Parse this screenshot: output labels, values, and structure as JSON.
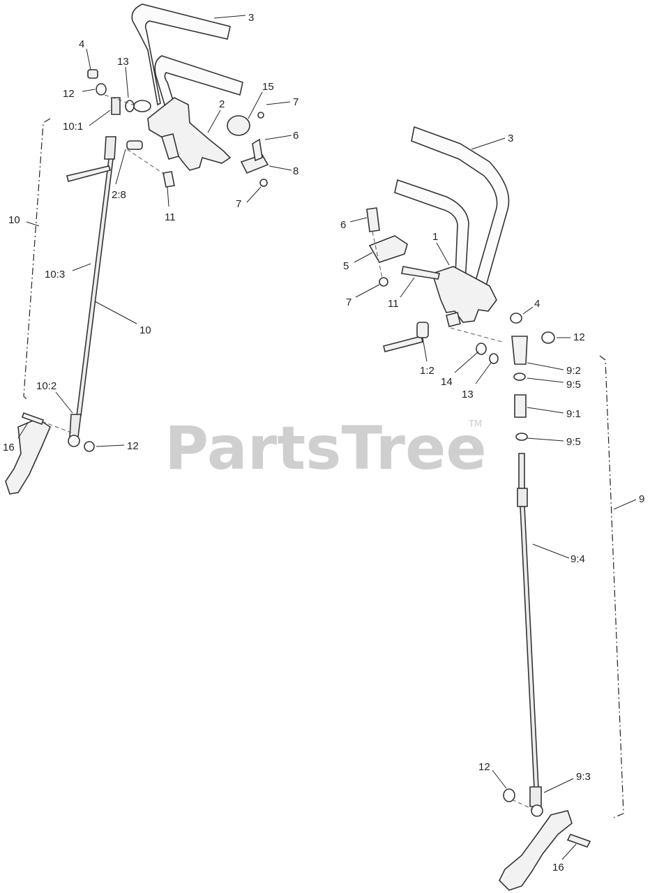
{
  "watermark": {
    "text": "PartsTree",
    "tm": "TM"
  },
  "left_assembly": {
    "callouts": [
      "4",
      "13",
      "3",
      "12",
      "15",
      "7",
      "2",
      "10:1",
      "6",
      "8",
      "2:8",
      "11",
      "7",
      "10",
      "10:3",
      "10",
      "10:2",
      "16",
      "12"
    ]
  },
  "right_assembly": {
    "callouts": [
      "3",
      "6",
      "1",
      "5",
      "7",
      "11",
      "4",
      "12",
      "1:2",
      "14",
      "13",
      "9:2",
      "9:5",
      "9:1",
      "9:5",
      "9",
      "9:4",
      "12",
      "9:3",
      "16"
    ]
  }
}
